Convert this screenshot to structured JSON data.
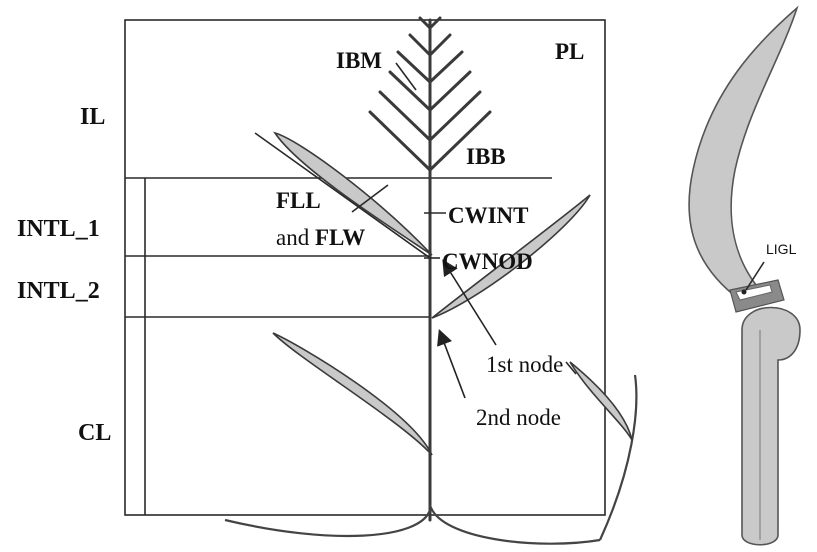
{
  "labels": {
    "il": "IL",
    "intl_1": "INTL_1",
    "intl_2": "INTL_2",
    "cl": "CL",
    "ibm": "IBM",
    "pl": "PL",
    "ibb": "IBB",
    "fll": "FLL",
    "and": "and ",
    "flw": "FLW",
    "cwint": "CWINT",
    "cwnod": "CWNOD",
    "node_1": "1st node",
    "node_2": "2nd node",
    "ligl": "LIGL"
  }
}
